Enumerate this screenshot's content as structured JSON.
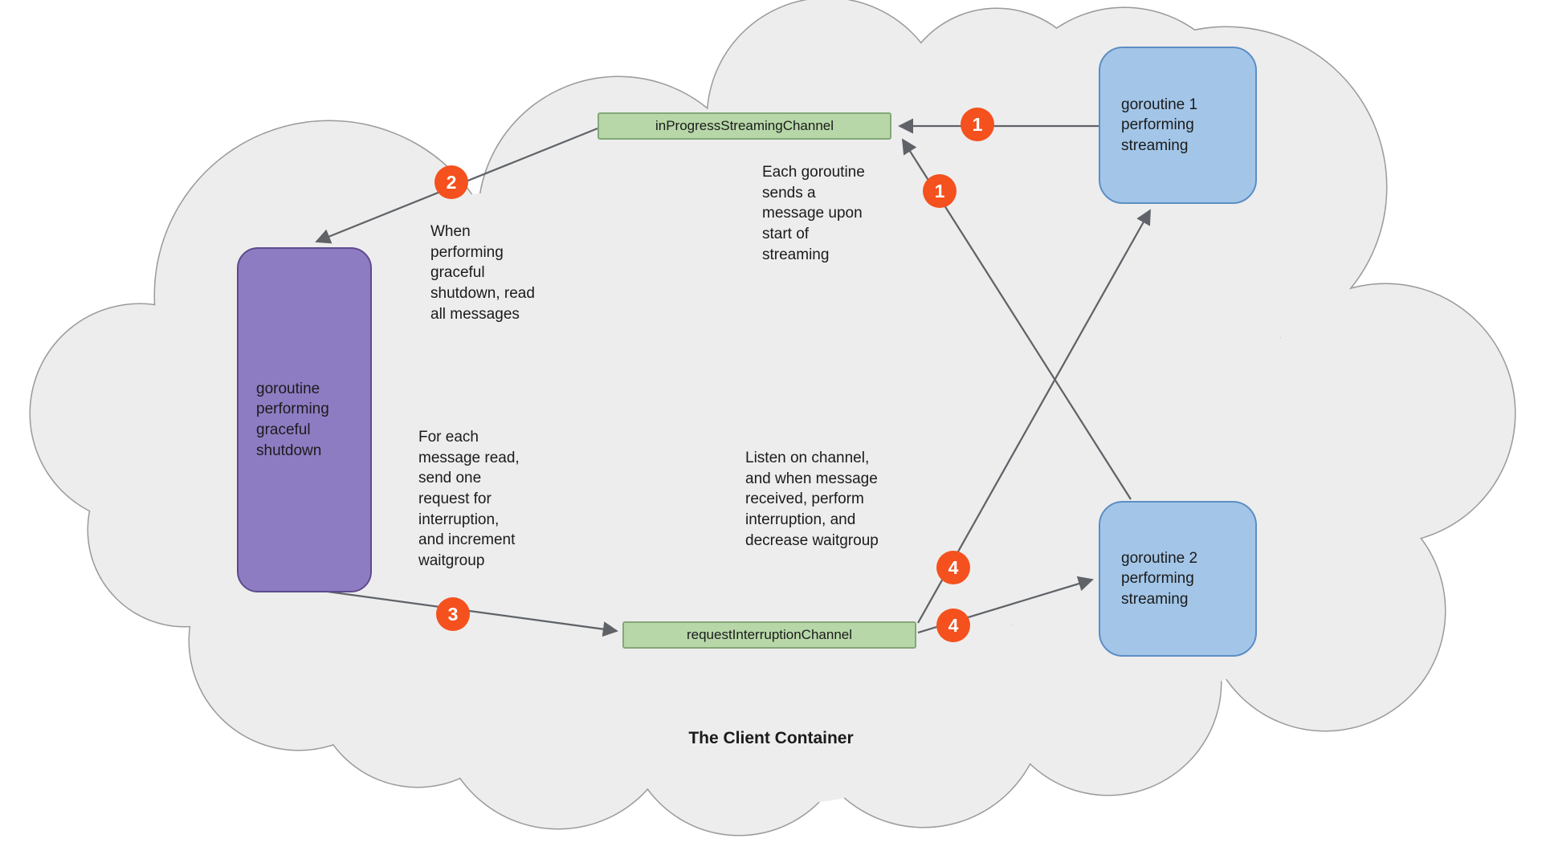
{
  "diagram": {
    "container_label": "The Client Container",
    "channels": {
      "in_progress": "inProgressStreamingChannel",
      "request_interruption": "requestInterruptionChannel"
    },
    "nodes": {
      "goroutine1": "goroutine 1\nperforming\nstreaming",
      "goroutine2": "goroutine 2\nperforming\nstreaming",
      "shutdown": "goroutine\nperforming\ngraceful\nshutdown"
    },
    "badges": {
      "one_a": "1",
      "one_b": "1",
      "two": "2",
      "three": "3",
      "four_a": "4",
      "four_b": "4"
    },
    "annotations": {
      "start_streaming": "Each goroutine\nsends a\nmessage upon\nstart of\nstreaming",
      "graceful_read": "When\nperforming\ngraceful\nshutdown, read\nall messages",
      "send_request": "For each\nmessage read,\nsend one\nrequest for\ninterruption,\nand increment\nwaitgroup",
      "listen_channel": "Listen on channel,\nand when message\nreceived, perform\ninterruption, and\ndecrease waitgroup"
    },
    "colors": {
      "cloud_fill": "#ededed",
      "cloud_stroke": "#9a9a9a",
      "channel_fill": "#b7d7a8",
      "channel_stroke": "#84a878",
      "goroutine_fill": "#a3c6e8",
      "goroutine_stroke": "#5b8ec4",
      "shutdown_fill": "#8e7cc3",
      "shutdown_stroke": "#5f4b8b",
      "badge_fill": "#f4511e",
      "arrow": "#5f6368"
    }
  }
}
